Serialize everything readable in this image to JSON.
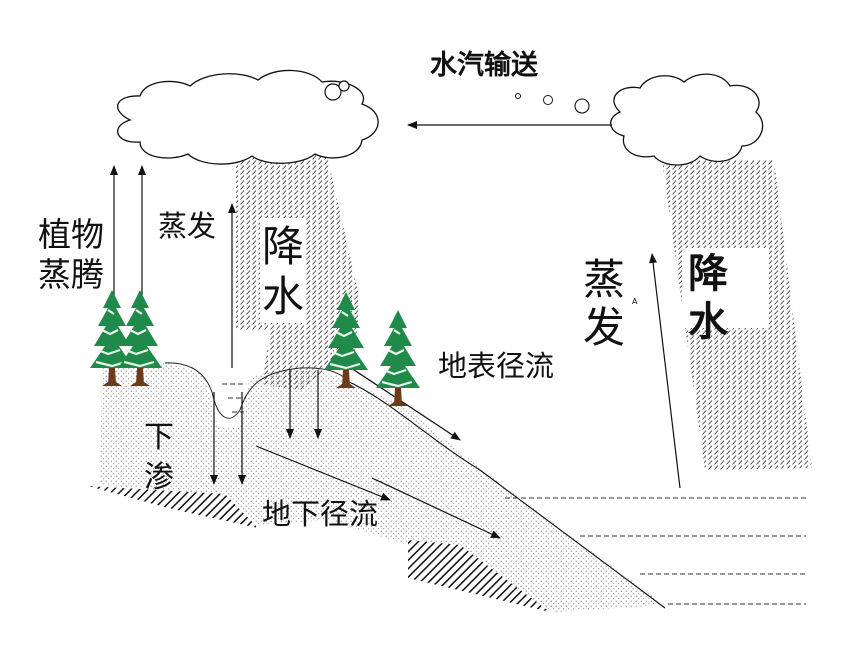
{
  "labels": {
    "vapor_transport": "水汽输送",
    "plant_transpiration": [
      "植物",
      "蒸腾"
    ],
    "evaporation_land": "蒸发",
    "precipitation_land": [
      "降",
      "水"
    ],
    "evaporation_sea": [
      "蒸",
      "发"
    ],
    "precipitation_sea": [
      "降",
      "水"
    ],
    "surface_runoff": "地表径流",
    "infiltration": [
      "下",
      "渗"
    ],
    "groundwater_runoff": "地下径流",
    "small_mark": "A"
  },
  "colors": {
    "line": "#111111",
    "tree_green": "#1f8a4a",
    "tree_trunk": "#6b3b1c",
    "hatch": "#222222"
  }
}
